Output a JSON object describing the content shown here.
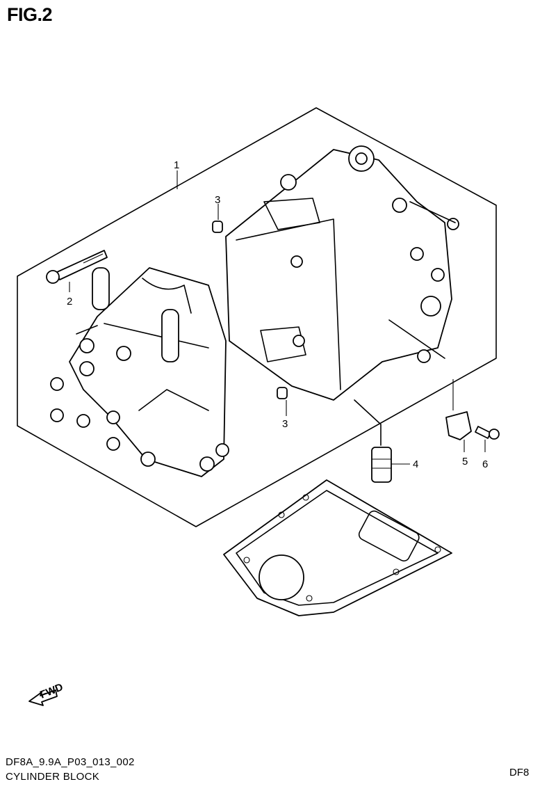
{
  "figure": {
    "title": "FIG.2"
  },
  "callouts": [
    {
      "id": "callout-1",
      "label": "1"
    },
    {
      "id": "callout-2",
      "label": "2"
    },
    {
      "id": "callout-3-top",
      "label": "3"
    },
    {
      "id": "callout-3-bottom",
      "label": "3"
    },
    {
      "id": "callout-4",
      "label": "4"
    },
    {
      "id": "callout-5",
      "label": "5"
    },
    {
      "id": "callout-6",
      "label": "6"
    }
  ],
  "direction_badge": {
    "text": "FWD"
  },
  "footer": {
    "code": "DF8A_9.9A_P03_013_002",
    "caption": "CYLINDER BLOCK",
    "edge_text": "DF8"
  }
}
